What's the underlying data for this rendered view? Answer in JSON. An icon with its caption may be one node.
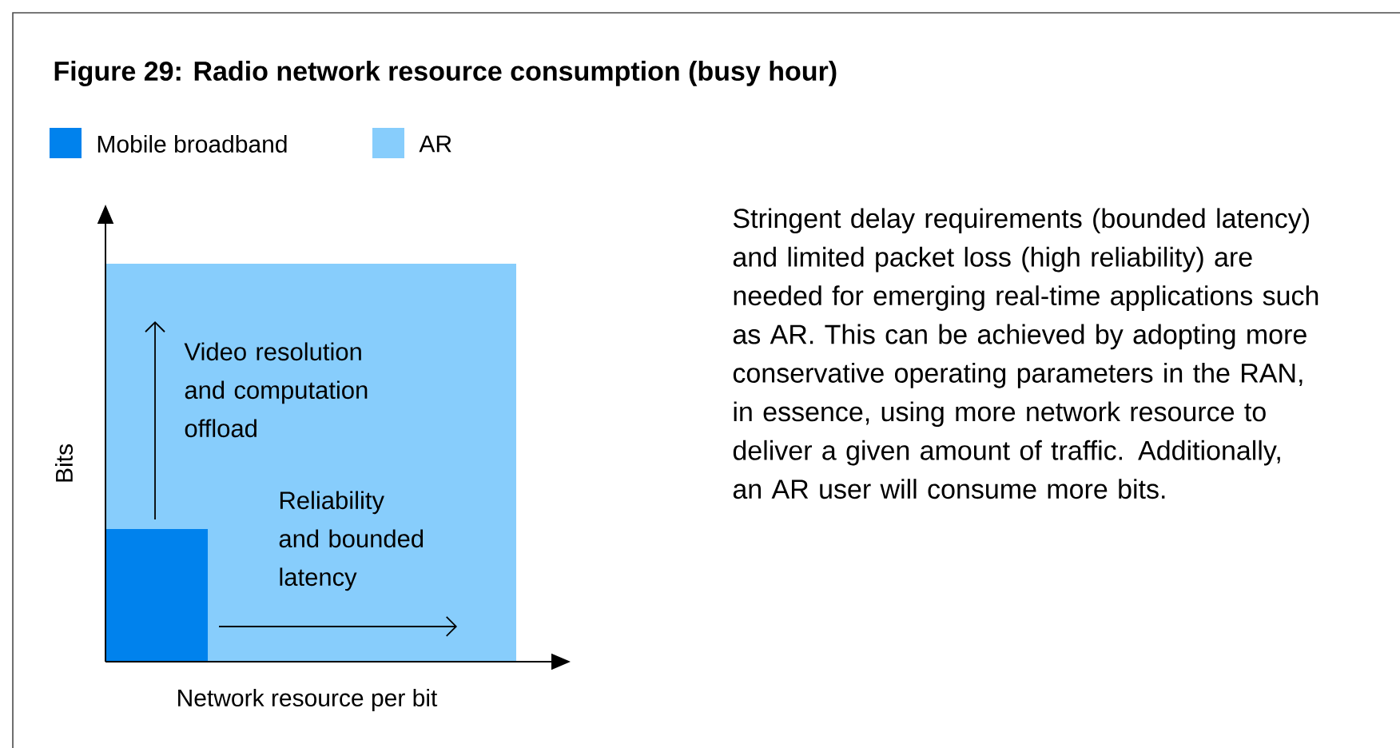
{
  "diagram": {
    "title": "Figure 29: Radio network resource consumption (busy hour)",
    "labels": [
      "Video resolution and computation offload",
      "Reliability and bounded latency",
      "Bits",
      "Network resource per bit",
      "Stringent delay requirements (bounded latency) and limited packet loss (high reliability) are needed for emerging real-time applications such as AR. This can be achieved by adopting more conservative operating parameters in the RAN, in essence, using more network resource to deliver a given amount of traffic. Additionally, an AR user will consume more bits."
    ],
    "legend": [
      {
        "text": "Mobile broadband",
        "color": "#0082ed"
      },
      {
        "text": "AR",
        "color": "#87cdfc"
      }
    ]
  }
}
